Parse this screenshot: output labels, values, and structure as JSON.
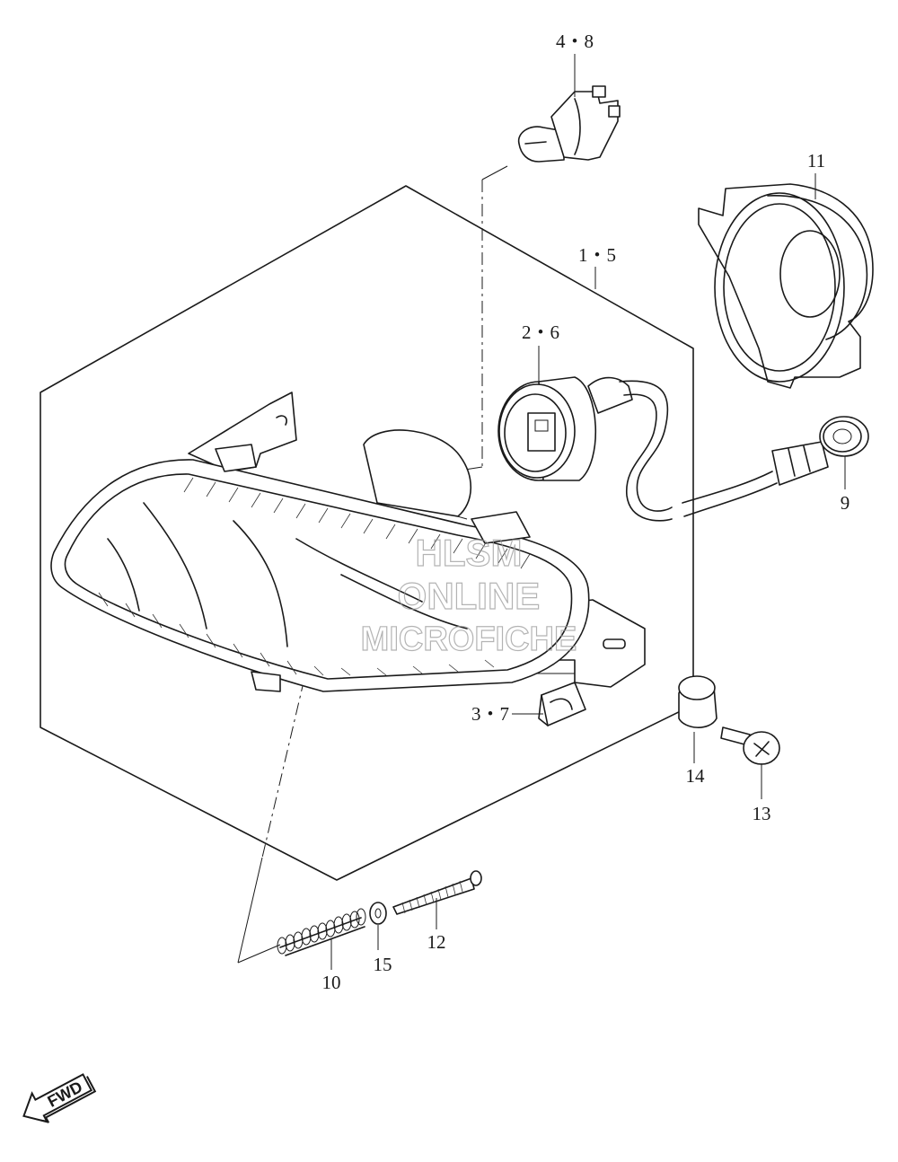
{
  "callouts": {
    "bulb": "4・8",
    "headlamp_unit": "1・5",
    "socket": "2・6",
    "cover": "11",
    "grommet_9": "9",
    "clip": "3・7",
    "grommet_14": "14",
    "screw_13": "13",
    "screw_12": "12",
    "spring_10": "10",
    "washer_15": "15"
  },
  "watermark": {
    "line1": "HLSM",
    "line2": "ONLINE",
    "line3": "MICROFICHE"
  },
  "direction_arrow": {
    "label": "FWD"
  }
}
